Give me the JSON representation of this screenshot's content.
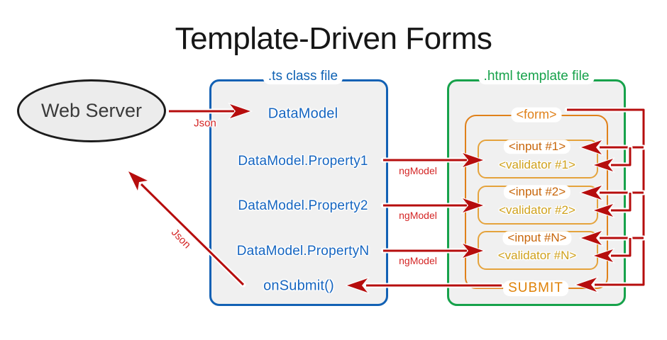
{
  "title": "Template-Driven Forms",
  "web_server": {
    "label": "Web Server"
  },
  "ts_box": {
    "label": ".ts class file",
    "items": [
      "DataModel",
      "DataModel.Property1",
      "DataModel.Property2",
      "DataModel.PropertyN",
      "onSubmit()"
    ]
  },
  "html_box": {
    "label": ".html template file",
    "form": {
      "label": "<form>",
      "pairs": [
        {
          "input": "<input #1>",
          "validator": "<validator #1>"
        },
        {
          "input": "<input #2>",
          "validator": "<validator #2>"
        },
        {
          "input": "<input #N>",
          "validator": "<validator #N>"
        }
      ],
      "submit_label": "SUBMIT"
    }
  },
  "arrows": {
    "json_request_label": "Json",
    "json_response_label": "Json",
    "ngmodel_labels": [
      "ngModel",
      "ngModel",
      "ngModel"
    ]
  },
  "colors": {
    "blue": "#1261b4",
    "green": "#17a24b",
    "orange": "#e0811a",
    "input_orange": "#c8660a",
    "validator_gold": "#cfa11c",
    "arrow_red": "#b60d0d",
    "label_red": "#d42525",
    "box_fill": "#f0f0f0"
  }
}
